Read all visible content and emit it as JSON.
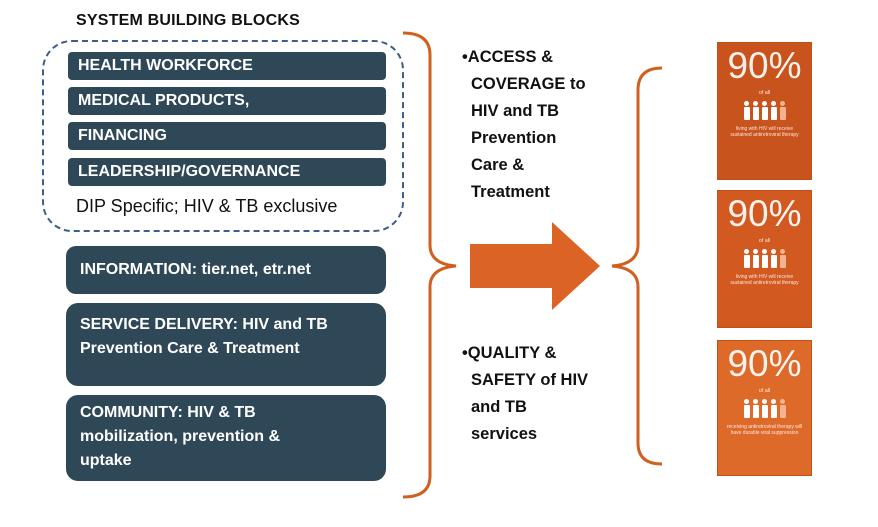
{
  "title": "SYSTEM BUILDING BLOCKS",
  "blocks_grouped": [
    "HEALTH WORKFORCE",
    "MEDICAL PRODUCTS,",
    "FINANCING",
    "LEADERSHIP/GOVERNANCE"
  ],
  "dip_note": "DIP Specific; HIV & TB exclusive",
  "information_block": "INFORMATION: tier.net, etr.net",
  "service_delivery": [
    "SERVICE DELIVERY: HIV and TB",
    "Prevention Care & Treatment"
  ],
  "community": [
    "COMMUNITY: HIV & TB",
    "mobilization, prevention &",
    "uptake"
  ],
  "outcome_access": {
    "bullet": "•",
    "lines": [
      "ACCESS  &",
      "COVERAGE to",
      "HIV and TB",
      "Prevention",
      "Care &",
      "Treatment"
    ]
  },
  "outcome_quality": {
    "bullet": "•",
    "lines": [
      "QUALITY &",
      "SAFETY of HIV",
      "and TB",
      "services"
    ]
  },
  "cards": [
    {
      "percent": "90%",
      "sub_top": "of all",
      "sub_bottom": "living with HIV will receive sustained antiretroviral therapy"
    },
    {
      "percent": "90%",
      "sub_top": "of all",
      "sub_bottom": "living with HIV will receive sustained antiretroviral therapy"
    },
    {
      "percent": "90%",
      "sub_top": "of all",
      "sub_bottom": "receiving antiretroviral therapy will have durable viral suppression"
    }
  ],
  "colors": {
    "block_fill": "#2f4858",
    "accent_orange": "#d45a1e",
    "dashed_border": "#3e5f8a",
    "bracket": "#d06020"
  }
}
